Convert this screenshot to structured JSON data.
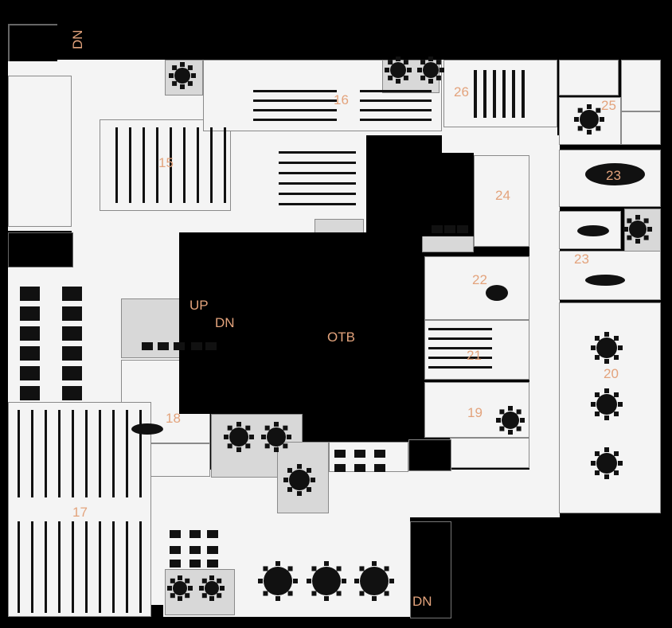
{
  "plan": {
    "rooms": [
      {
        "id": "15",
        "label": "15"
      },
      {
        "id": "16",
        "label": "16"
      },
      {
        "id": "17",
        "label": "17"
      },
      {
        "id": "18",
        "label": "18"
      },
      {
        "id": "19",
        "label": "19"
      },
      {
        "id": "20",
        "label": "20"
      },
      {
        "id": "21",
        "label": "21"
      },
      {
        "id": "22",
        "label": "22"
      },
      {
        "id": "23a",
        "label": "23"
      },
      {
        "id": "23b",
        "label": "23"
      },
      {
        "id": "24",
        "label": "24"
      },
      {
        "id": "25",
        "label": "25"
      },
      {
        "id": "26",
        "label": "26"
      }
    ],
    "markers": {
      "otb": "OTB",
      "up": "UP",
      "dn_top": "DN",
      "dn_mid": "DN",
      "dn_bottom": "DN"
    },
    "colors": {
      "background": "#000000",
      "floor": "#f4f4f4",
      "room_gray": "#d8d8d8",
      "label": "#e3a37c",
      "furniture": "#111111"
    }
  }
}
